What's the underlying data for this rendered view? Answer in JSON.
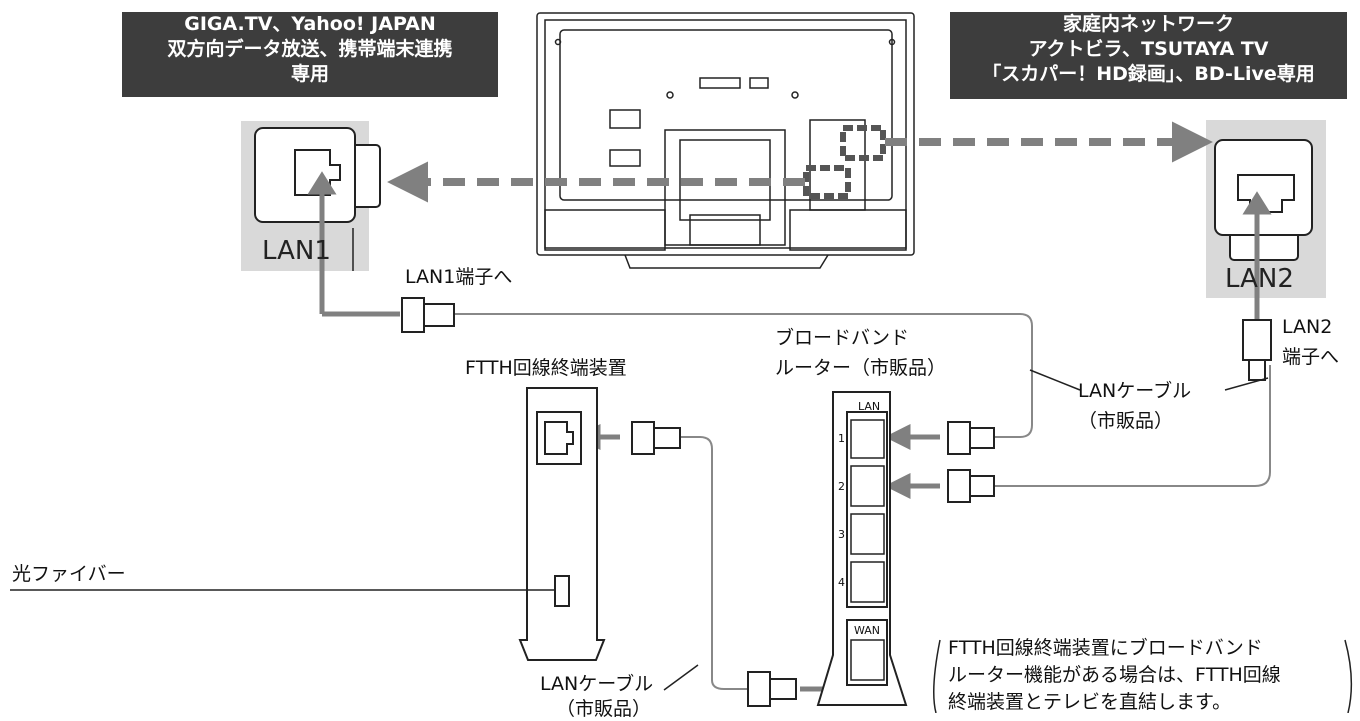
{
  "left_box": {
    "line1": "GIGA.TV、Yahoo! JAPAN",
    "line2": "双方向データ放送、携帯端末連携",
    "line3": "専用"
  },
  "right_box": {
    "line1": "家庭内ネットワーク",
    "line2": "アクトビラ、TSUTAYA TV",
    "line3": "「スカパー！HD録画」、BD-Live専用"
  },
  "port1_label": "LAN1",
  "port2_label": "LAN2",
  "lan1_to": "LAN1端子へ",
  "lan2_to": {
    "line1": "LAN2",
    "line2": "端子へ"
  },
  "router": {
    "line1": "ブロードバンド",
    "line2": "ルーター（市販品）",
    "lan_header": "LAN",
    "ports": [
      "1",
      "2",
      "3",
      "4"
    ],
    "wan": "WAN"
  },
  "ftth": "FTTH回線終端装置",
  "cable_right": {
    "line1": "LANケーブル",
    "line2": "（市販品）"
  },
  "cable_bottom": {
    "line1": "LANケーブル",
    "line2": "（市販品）"
  },
  "fiber": "光ファイバー",
  "note": {
    "line1": "FTTH回線終端装置にブロードバンド",
    "line2": "ルーター機能がある場合は、FTTH回線",
    "line3": "終端装置とテレビを直結します。"
  },
  "colors": {
    "box_bg": "#3d3d3d",
    "arrow": "#808080",
    "panel": "#d9d9d9"
  }
}
